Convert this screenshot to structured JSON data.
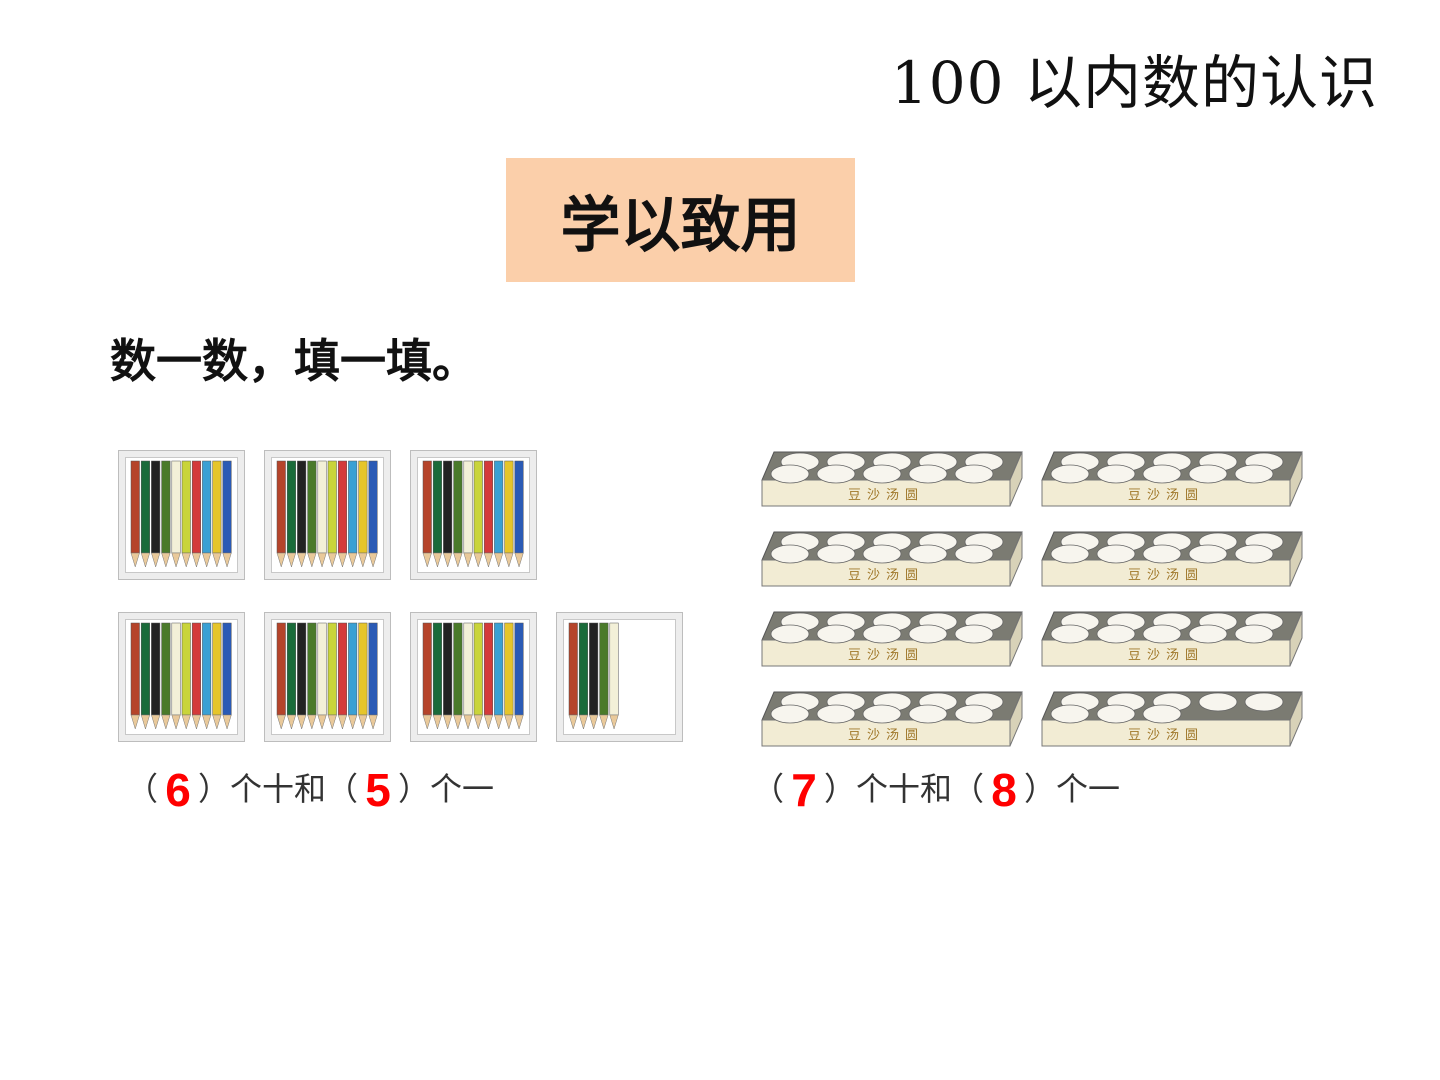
{
  "header": {
    "title": "100 以内数的认识"
  },
  "section": {
    "label": "学以致用"
  },
  "instruction": "数一数，填一填。",
  "exercise_pencils": {
    "caption_open": "（",
    "caption_close_tens": "）个十和（",
    "caption_close_ones": "）个一",
    "tens_answer": "6",
    "ones_answer": "5",
    "full_boxes": 6,
    "loose_pencils": 5
  },
  "exercise_dumplings": {
    "tray_label": "豆沙汤圆",
    "caption_open": "（",
    "caption_close_tens": "）个十和（",
    "caption_close_ones": "）个一",
    "tens_answer": "7",
    "ones_answer": "8",
    "full_trays": 7,
    "partial_tray_count": 8
  },
  "colors": {
    "section_bg": "#fbcfaa",
    "answer": "#ff0000"
  }
}
